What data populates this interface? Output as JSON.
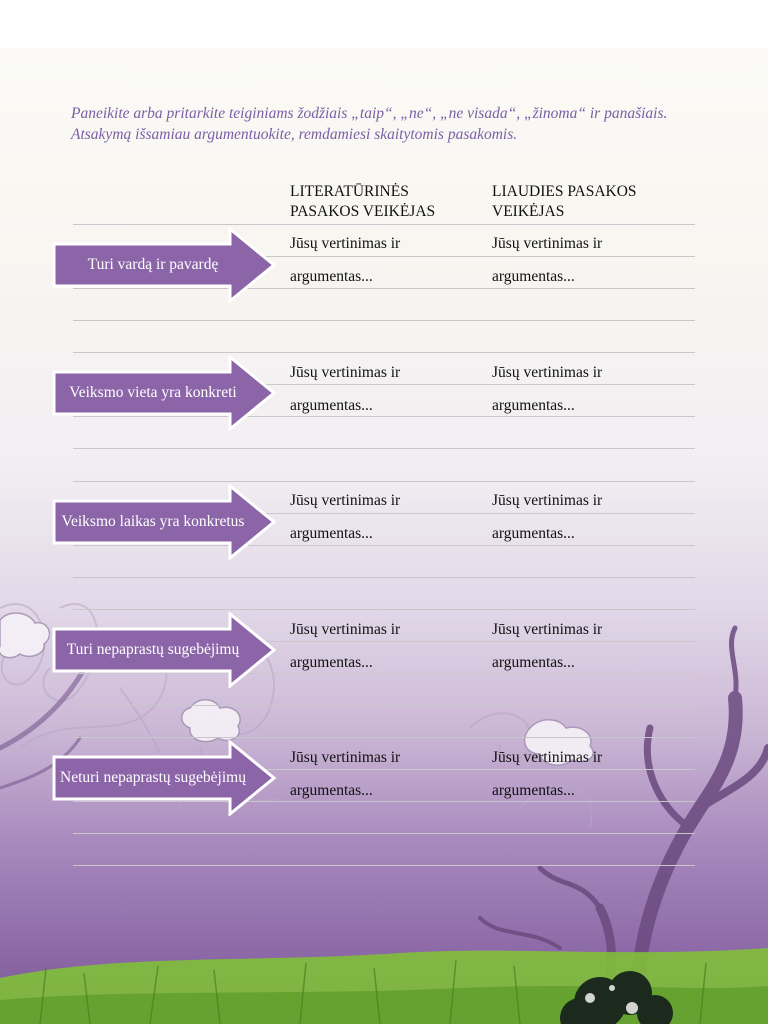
{
  "instruction": "Paneikite arba pritarkite teiginiams žodžiais „taip“, „ne“, „ne visada“, „žinoma“ ir panašiais. Atsakymą išsamiau argumentuokite, remdamiesi skaitytomis pasakomis.",
  "columns": {
    "literary": "LITERATŪRINĖS PASAKOS VEIKĖJAS",
    "folk": "LIAUDIES PASAKOS VEIKĖJAS"
  },
  "rows": [
    {
      "label": "Turi vardą ir pavardę",
      "literary": [
        "Jūsų vertinimas ir",
        "argumentas..."
      ],
      "folk": [
        "Jūsų vertinimas ir",
        "argumentas..."
      ]
    },
    {
      "label": "Veiksmo vieta yra konkreti",
      "literary": [
        "Jūsų vertinimas ir",
        "argumentas..."
      ],
      "folk": [
        "Jūsų vertinimas ir",
        "argumentas..."
      ]
    },
    {
      "label": "Veiksmo laikas yra konkretus",
      "literary": [
        "Jūsų vertinimas ir",
        "argumentas..."
      ],
      "folk": [
        "Jūsų vertinimas ir",
        "argumentas..."
      ]
    },
    {
      "label": "Turi nepaprastų sugebėjimų",
      "literary": [
        "Jūsų vertinimas ir",
        "argumentas..."
      ],
      "folk": [
        "Jūsų vertinimas ir",
        "argumentas..."
      ]
    },
    {
      "label": "Neturi nepaprastų sugebėjimų",
      "literary": [
        "Jūsų vertinimas ir",
        "argumentas..."
      ],
      "folk": [
        "Jūsų vertinimas ir",
        "argumentas..."
      ]
    }
  ],
  "colors": {
    "arrow_fill": "#8b65a8",
    "instruction_text": "#7a5fa5",
    "grass": "#7fbf3a"
  }
}
